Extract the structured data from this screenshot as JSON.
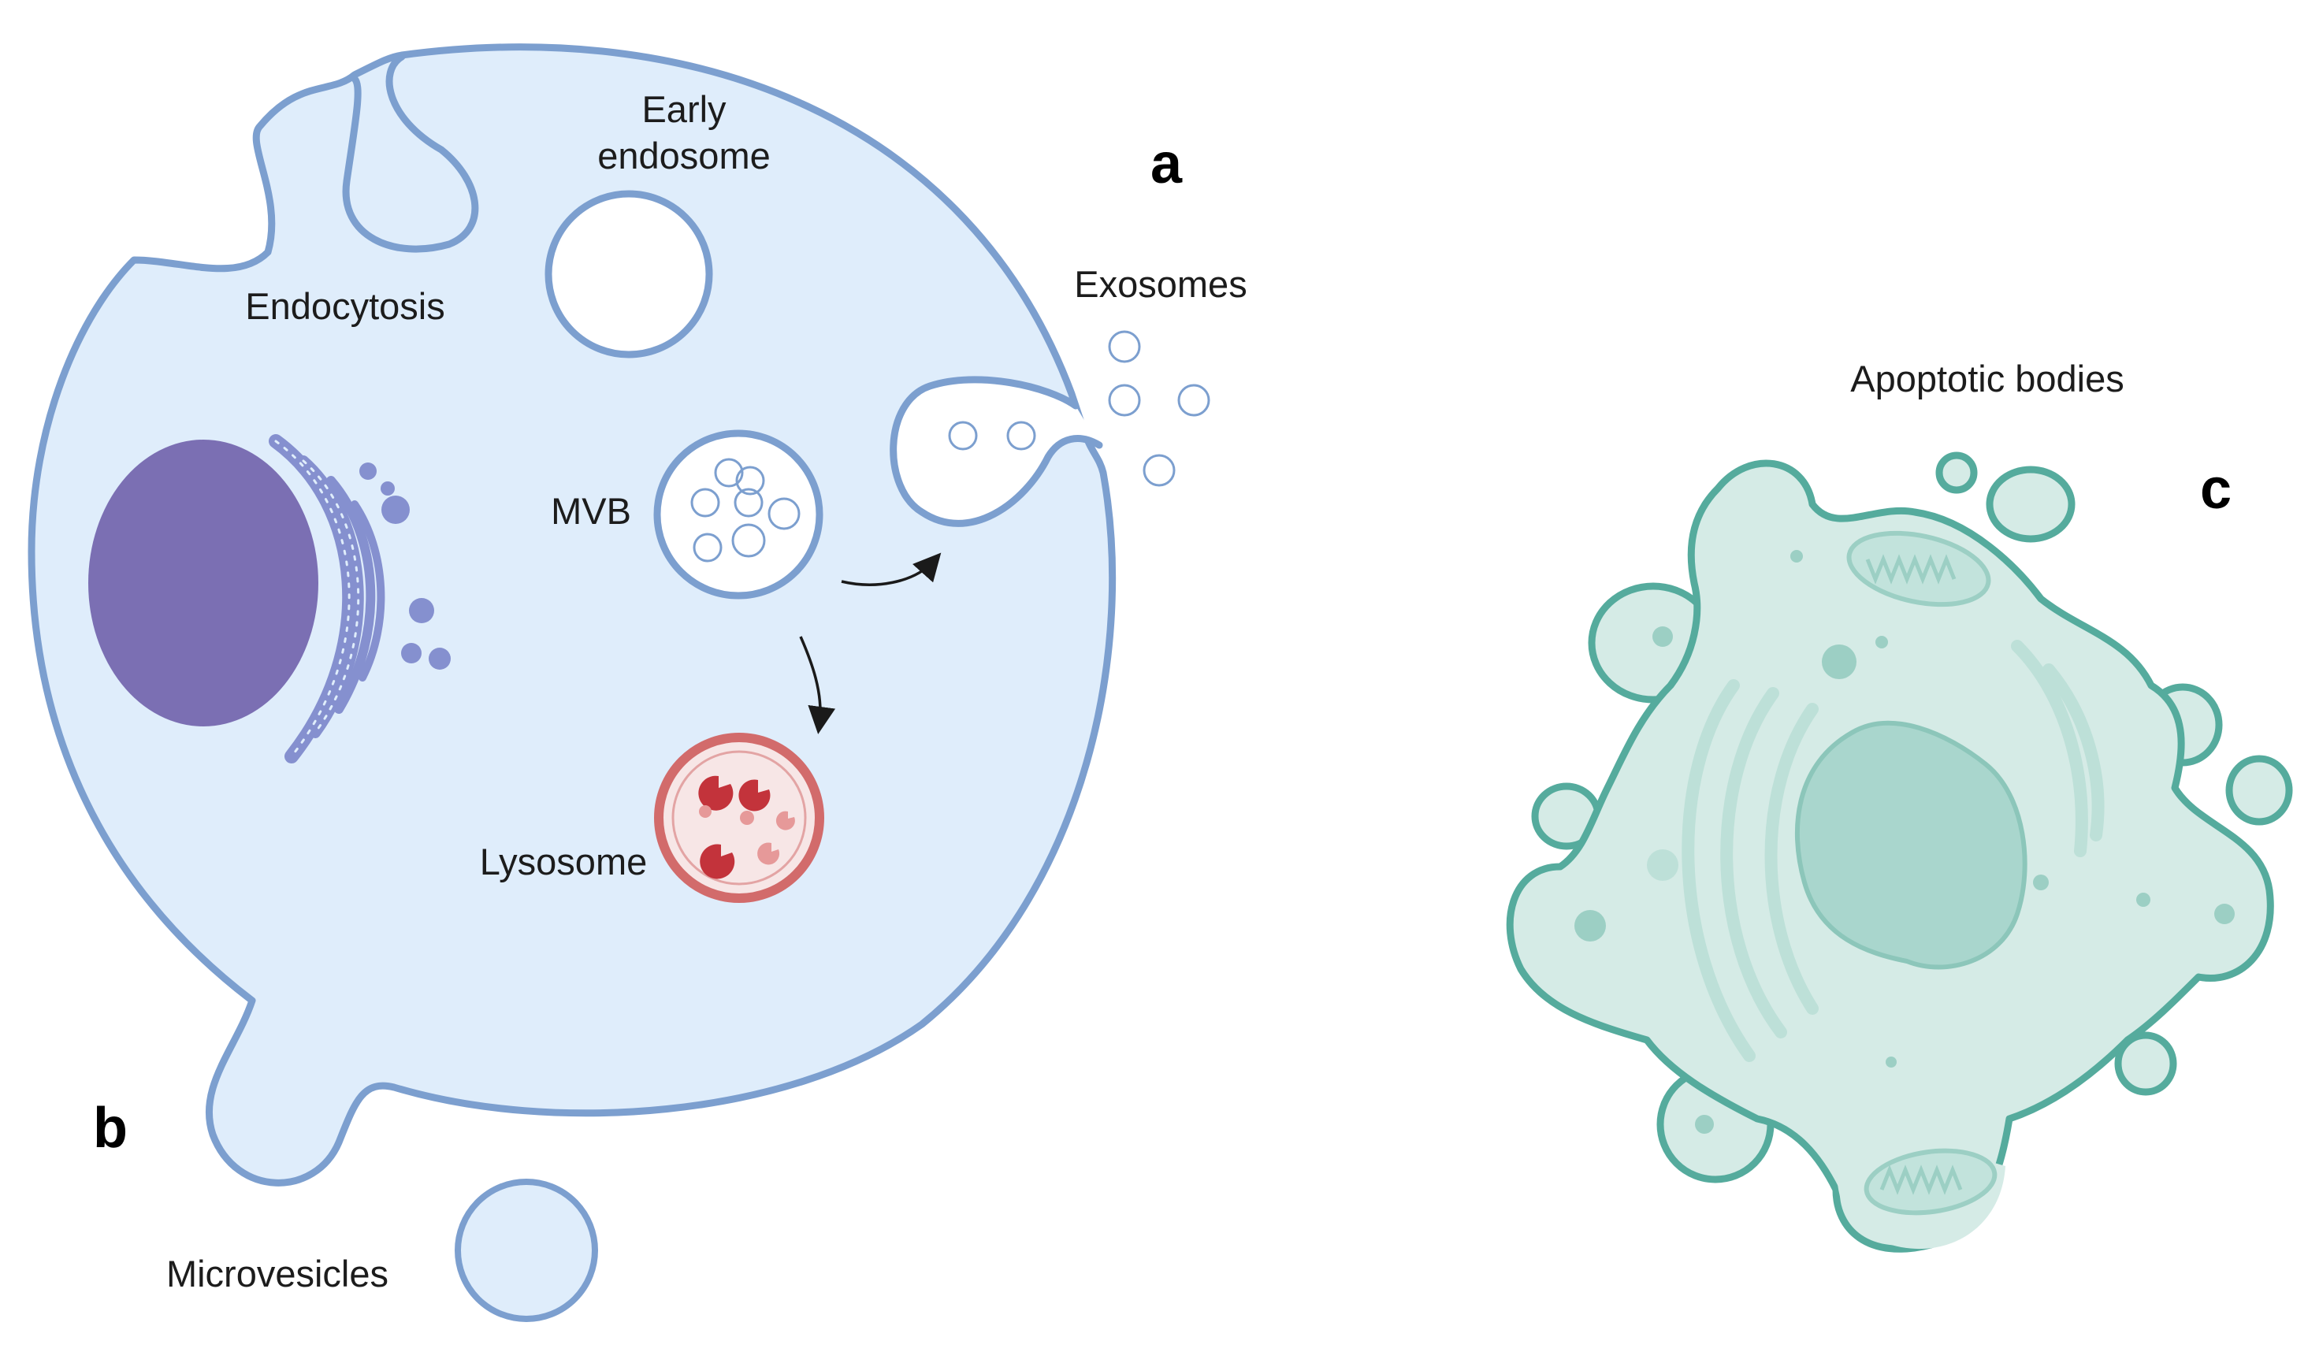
{
  "labels": {
    "early_endosome_line1": "Early",
    "early_endosome_line2": "endosome",
    "endocytosis": "Endocytosis",
    "exosomes": "Exosomes",
    "mvb": "MVB",
    "lysosome": "Lysosome",
    "microvesicles": "Microvesicles",
    "apoptotic_bodies": "Apoptotic bodies"
  },
  "panels": {
    "a": "a",
    "b": "b",
    "c": "c"
  },
  "colors": {
    "cell_fill": "#dfedfb",
    "cell_outline": "#7c9fcf",
    "nucleus": "#7b6fb3",
    "golgi": "#8590cf",
    "lysosome_outline": "#d26b6b",
    "lysosome_fill": "#f7e6e6",
    "enzyme": "#c3333b",
    "apoptotic_outline": "#55ab9d",
    "apoptotic_fill": "#d5ebe6",
    "apoptotic_nucleus": "#a9d6cd"
  }
}
